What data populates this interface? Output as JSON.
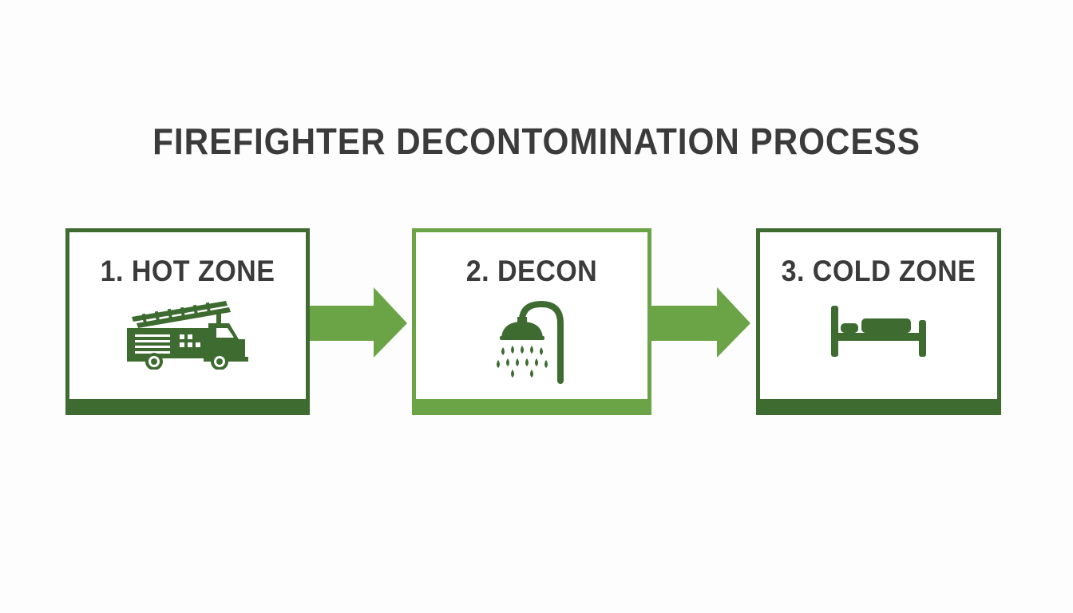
{
  "diagram": {
    "title": "FIREFIGHTER DECONTOMINATION PROCESS",
    "steps": [
      {
        "label": "1. HOT ZONE",
        "icon": "fire-truck-icon"
      },
      {
        "label": "2. DECON",
        "icon": "shower-icon"
      },
      {
        "label": "3. COLD ZONE",
        "icon": "bed-icon"
      }
    ],
    "colors": {
      "dark_green": "#3d6b30",
      "light_green": "#6ba446",
      "text": "#3b3b3b",
      "background": "#fdfdfd"
    }
  }
}
